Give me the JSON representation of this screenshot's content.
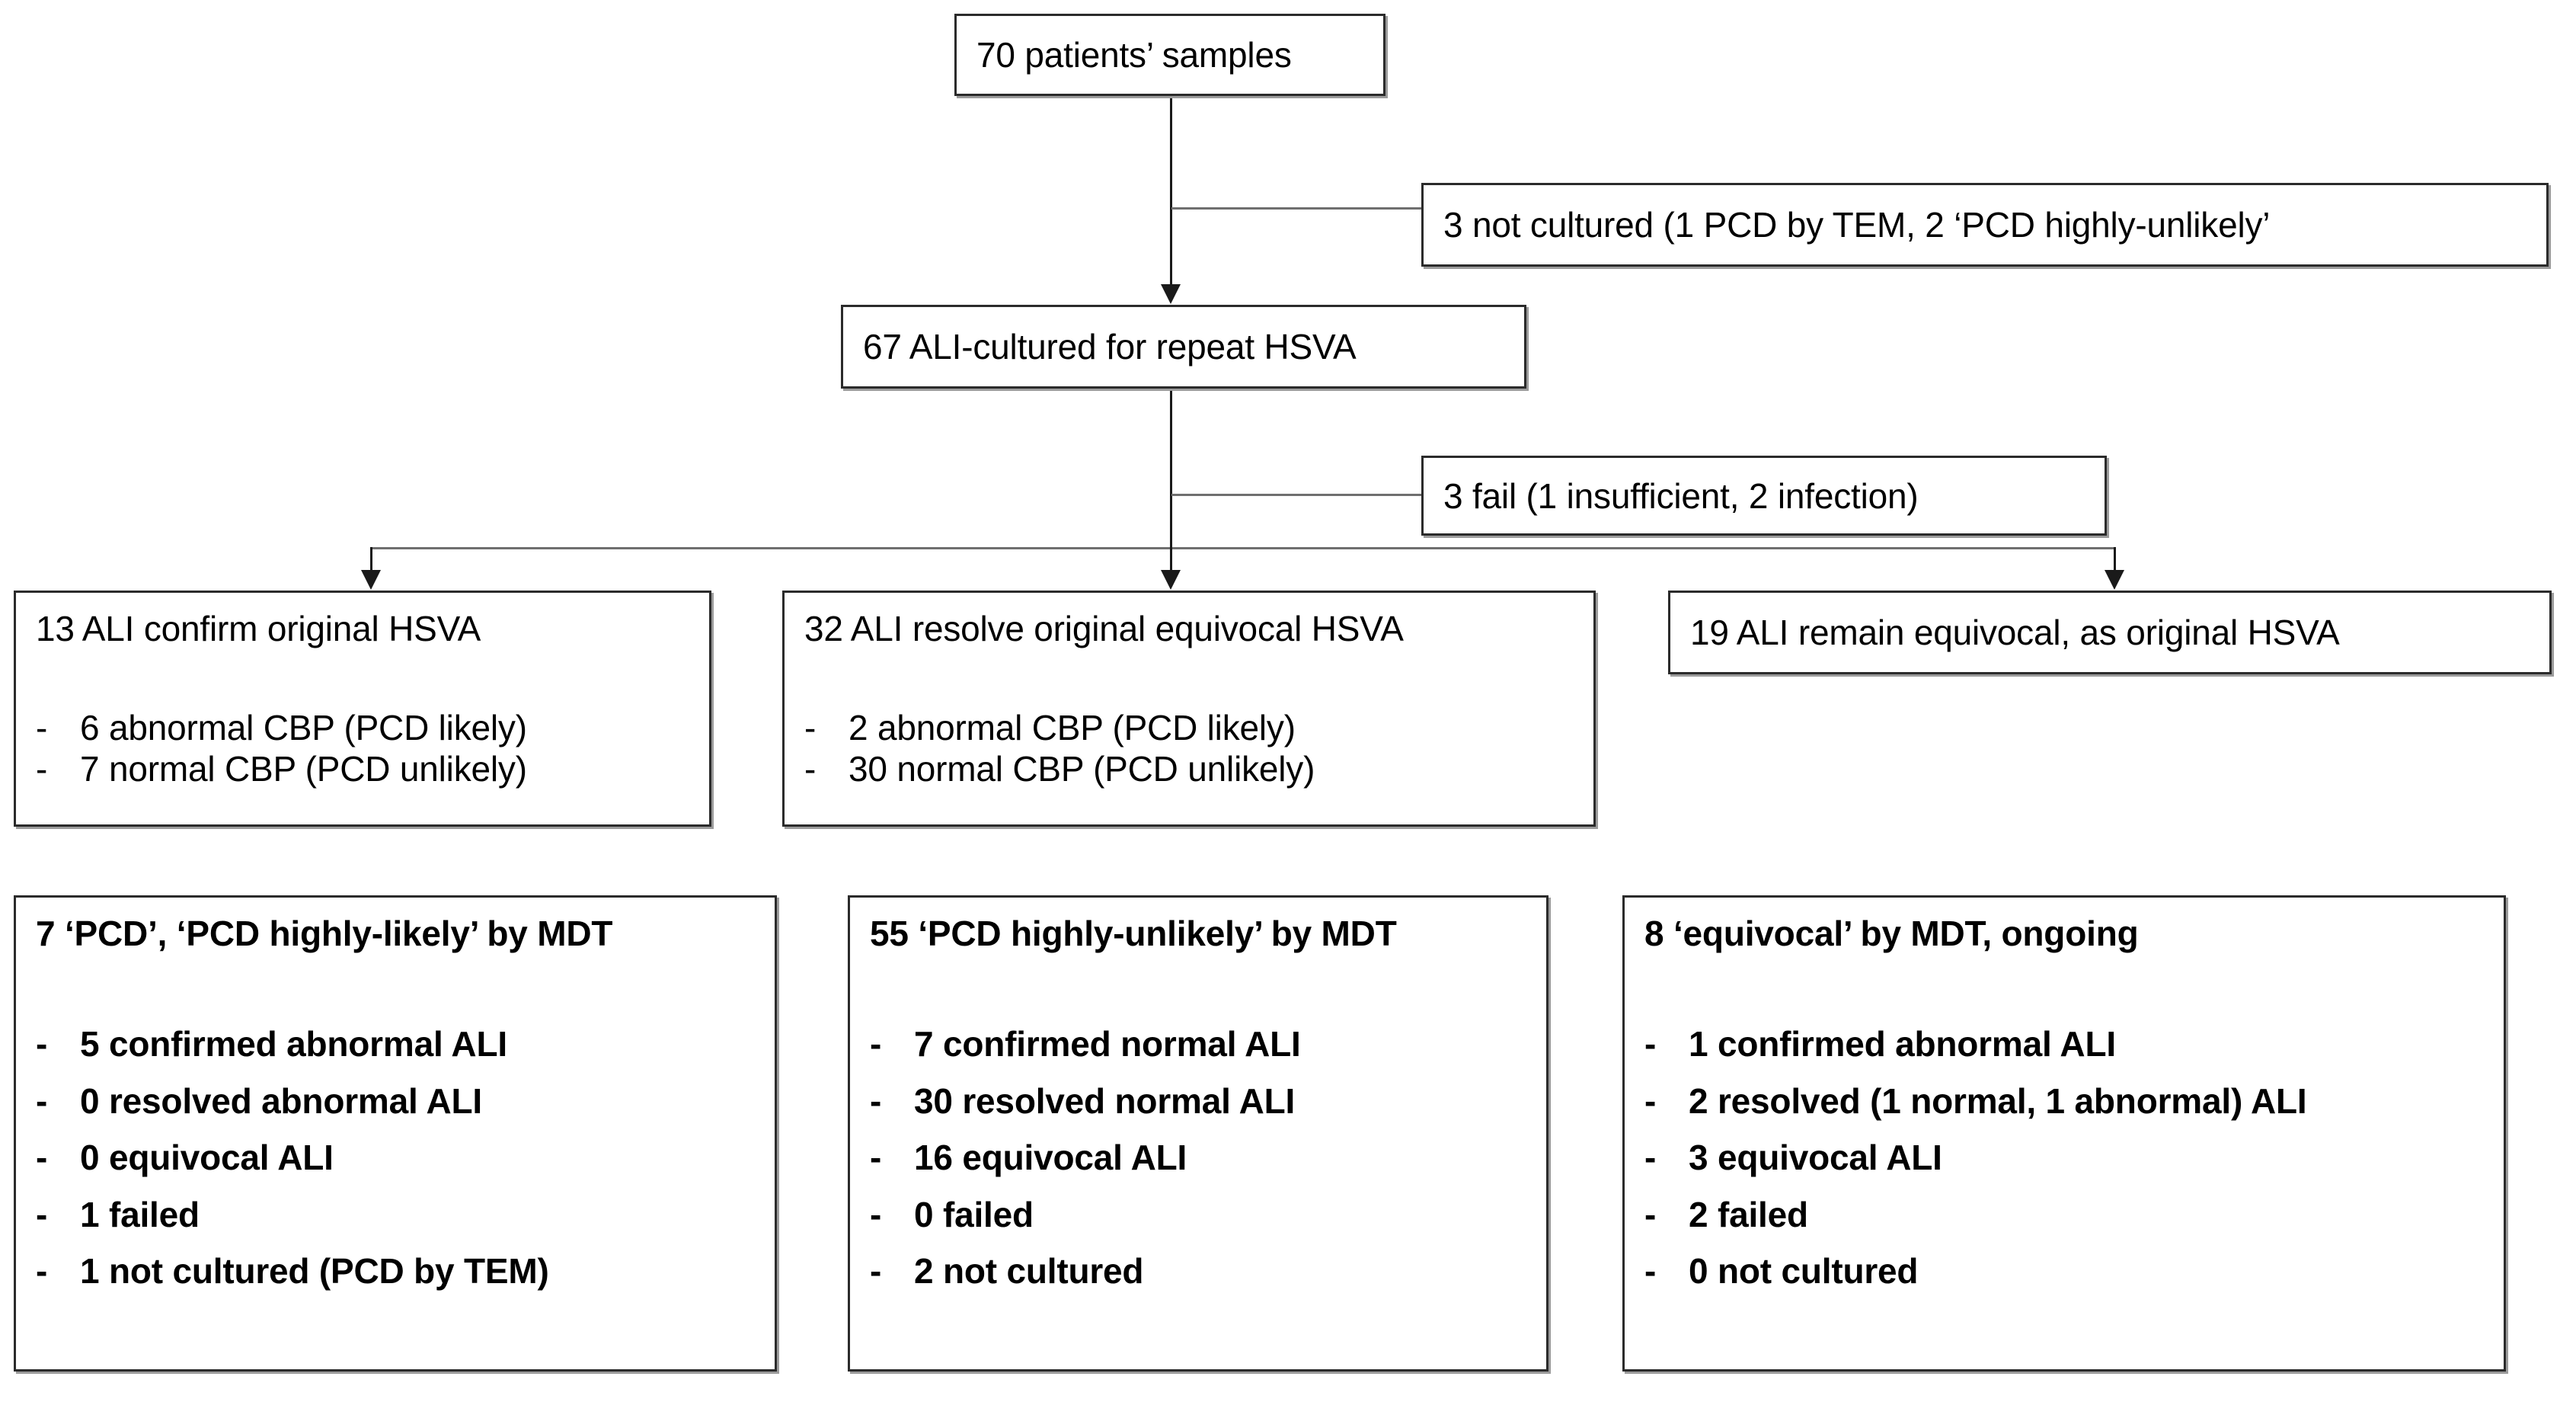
{
  "figure": {
    "type": "flowchart",
    "title": "Patient sample ALI culture and HSVA diagnostic flow"
  },
  "nodes": {
    "top": {
      "label": "70 patients’ samples"
    },
    "exclude_1": {
      "label": "3 not cultured (1 PCD by TEM, 2 ‘PCD highly-unlikely’"
    },
    "cultured": {
      "label": "67 ALI-cultured for repeat HSVA"
    },
    "exclude_2": {
      "label": "3 fail (1 insufficient, 2 infection)"
    },
    "confirm": {
      "title": "13 ALI confirm original HSVA",
      "items": [
        "6 abnormal CBP (PCD likely)",
        "7 normal CBP (PCD unlikely)"
      ]
    },
    "resolve": {
      "title": "32 ALI resolve original equivocal HSVA",
      "items": [
        "2 abnormal CBP (PCD likely)",
        "30 normal CBP (PCD unlikely)"
      ]
    },
    "equivocal": {
      "title": "19 ALI remain equivocal, as original HSVA"
    },
    "mdt_pcd": {
      "title": "7 ‘PCD’, ‘PCD highly-likely’ by MDT",
      "items": [
        "5 confirmed abnormal ALI",
        "0 resolved abnormal ALI",
        "0 equivocal ALI",
        "1 failed",
        "1 not cultured (PCD by TEM)"
      ]
    },
    "mdt_unlikely": {
      "title": "55 ‘PCD highly-unlikely’ by MDT",
      "items": [
        "7 confirmed normal ALI",
        "30 resolved normal ALI",
        "16 equivocal ALI",
        "0 failed",
        "2 not cultured"
      ]
    },
    "mdt_equivocal": {
      "title": "8 ‘equivocal’ by MDT, ongoing",
      "items": [
        "1 confirmed abnormal ALI",
        "2 resolved (1 normal, 1 abnormal) ALI",
        "3 equivocal ALI",
        "2 failed",
        "0 not cultured"
      ]
    }
  },
  "bullet": {
    "dash": "-"
  },
  "colors": {
    "border": "#2b2b2b",
    "shadow": "#9b9b9b",
    "line": "#1a1a1a",
    "line_light": "#6f6f6f",
    "background": "#ffffff",
    "text": "#000000"
  }
}
